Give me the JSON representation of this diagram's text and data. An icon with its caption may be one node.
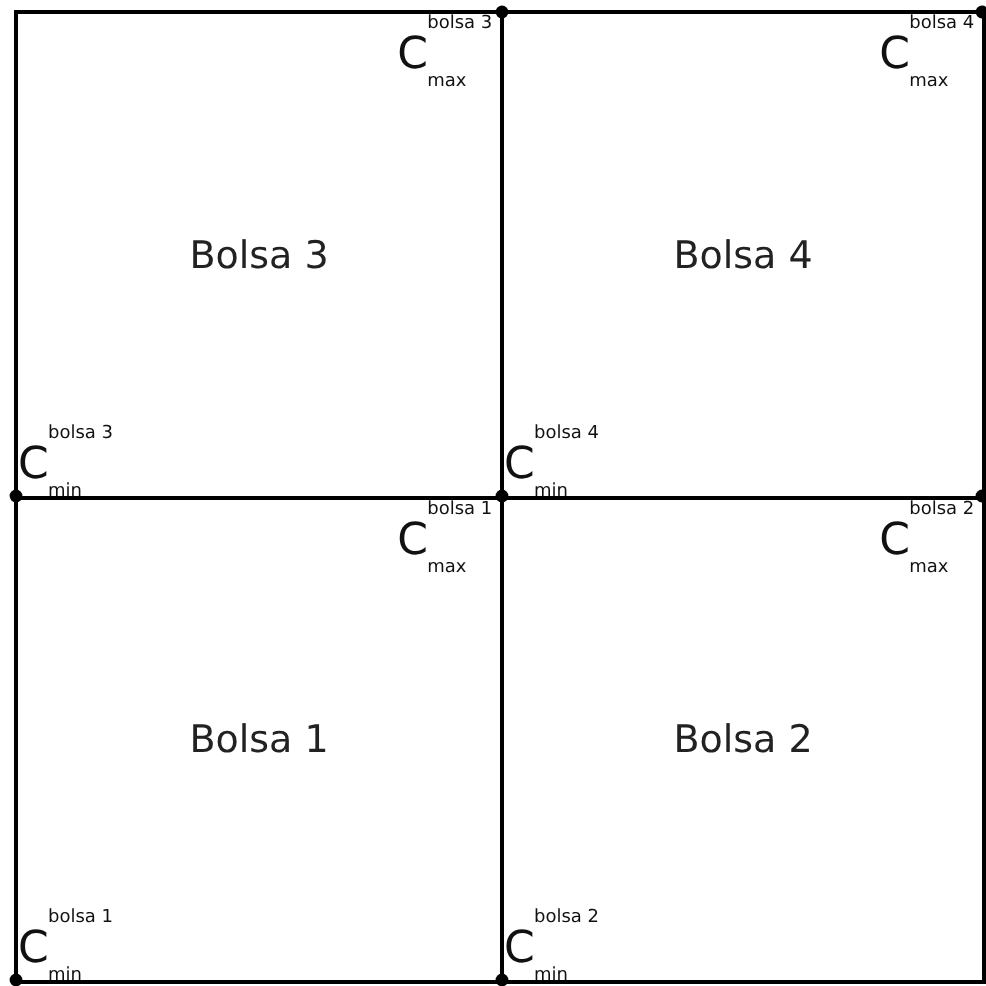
{
  "diagram": {
    "nodes": [
      {
        "text": [
          "Bolsa 3",
          "C$^{bolsa 3}$$_{max}$",
          "C$^{bolsa 3}$$_{min}$"
        ]
      },
      {
        "text": [
          "Bolsa 4",
          "C$^{bolsa 4}$$_{max}$",
          "C$^{bolsa 4}$$_{min}$"
        ]
      },
      {
        "text": [
          "Bolsa 1",
          "C$^{bolsa 1}$$_{max}$",
          "C$^{bolsa 1}$$_{min}$"
        ]
      },
      {
        "text": [
          "Bolsa 2",
          "C$^{bolsa 2}$$_{max}$",
          "C$^{bolsa 2}$$_{min}$"
        ]
      }
    ]
  }
}
